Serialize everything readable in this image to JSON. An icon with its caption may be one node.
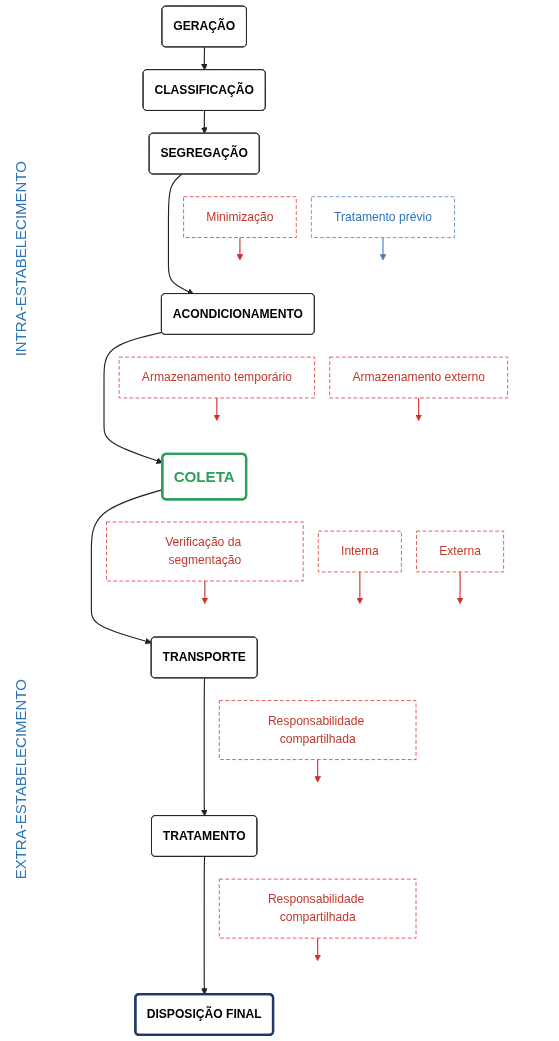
{
  "diagram": {
    "nodes": [
      {
        "text": [
          "GERAÇÃO"
        ]
      },
      {
        "text": [
          "CLASSIFICAÇÃO"
        ]
      },
      {
        "text": [
          "SEGREGAÇÃO"
        ]
      },
      {
        "text": [
          "Minimização"
        ]
      },
      {
        "text": [
          "Tratamento prévio"
        ]
      },
      {
        "text": [
          "ACONDICIONAMENTO"
        ]
      },
      {
        "text": [
          "Armazenamento temporário"
        ]
      },
      {
        "text": [
          "Armazenamento externo"
        ]
      },
      {
        "text": [
          "COLETA"
        ]
      },
      {
        "text": [
          "Verificação da segmentação"
        ]
      },
      {
        "text": [
          "Interna"
        ]
      },
      {
        "text": [
          "Externa"
        ]
      },
      {
        "text": [
          "TRANSPORTE"
        ]
      },
      {
        "text": [
          "Responsabilidade compartilhada"
        ]
      },
      {
        "text": [
          "TRATAMENTO"
        ]
      },
      {
        "text": [
          "Responsabilidade compartilhada"
        ]
      },
      {
        "text": [
          "DISPOSIÇÃO FINAL"
        ]
      }
    ],
    "edges": [
      {
        "from": 0,
        "to": 1,
        "arrow": "to",
        "color": "#222222"
      },
      {
        "from": 1,
        "to": 2,
        "arrow": "to",
        "color": "#222222"
      },
      {
        "from": 2,
        "to": 5,
        "arrow": "to",
        "color": "#222222"
      },
      {
        "from": 3,
        "to": null,
        "arrow": "to",
        "color": "#d0312d"
      },
      {
        "from": 4,
        "to": null,
        "arrow": "to",
        "color": "#4a7ebb"
      },
      {
        "from": 5,
        "to": 8,
        "arrow": "to",
        "color": "#222222"
      },
      {
        "from": 6,
        "to": null,
        "arrow": "to",
        "color": "#d0312d"
      },
      {
        "from": 7,
        "to": null,
        "arrow": "to",
        "color": "#d0312d"
      },
      {
        "from": 8,
        "to": 12,
        "arrow": "to",
        "color": "#222222"
      },
      {
        "from": 9,
        "to": null,
        "arrow": "to",
        "color": "#d0312d"
      },
      {
        "from": 10,
        "to": null,
        "arrow": "to",
        "color": "#d0312d"
      },
      {
        "from": 11,
        "to": null,
        "arrow": "to",
        "color": "#d0312d"
      },
      {
        "from": 12,
        "to": 14,
        "arrow": "to",
        "color": "#222222"
      },
      {
        "from": 13,
        "to": null,
        "arrow": "to",
        "color": "#d0312d"
      },
      {
        "from": 14,
        "to": 16,
        "arrow": "to",
        "color": "#222222"
      },
      {
        "from": 15,
        "to": null,
        "arrow": "to",
        "color": "#d0312d"
      }
    ],
    "labels": [
      "INTRA-ESTABELECIMENTO",
      "EXTRA-ESTABELECIMENTO"
    ]
  }
}
